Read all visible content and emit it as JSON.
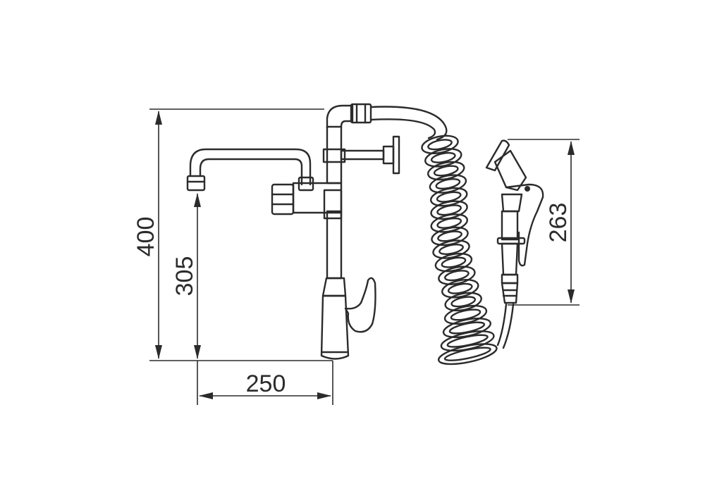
{
  "dimensions": {
    "total_height": "400",
    "spout_height": "305",
    "spout_reach": "250",
    "sprayer_length": "263"
  },
  "colors": {
    "line": "#2b2b2b",
    "background": "#ffffff"
  }
}
